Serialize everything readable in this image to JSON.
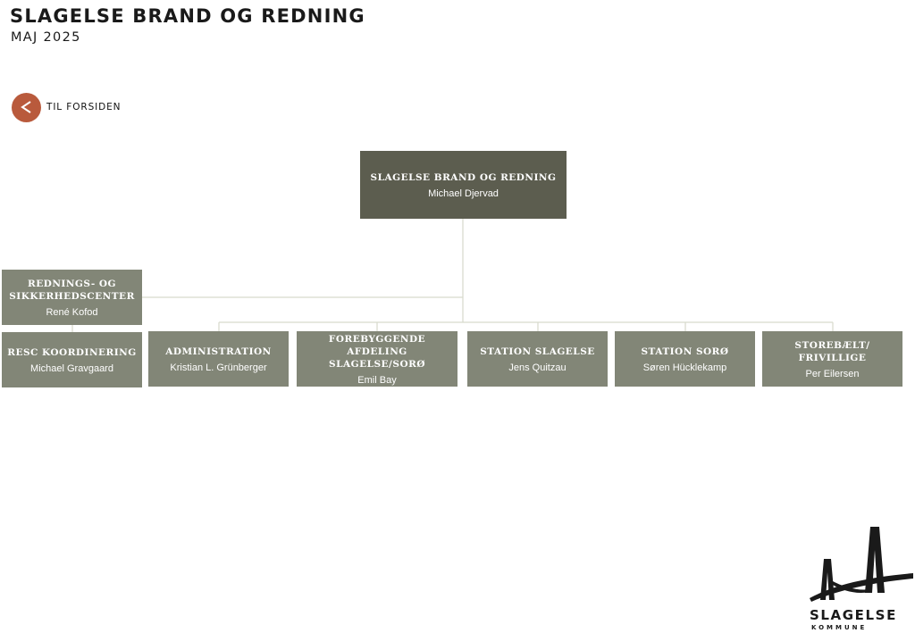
{
  "header": {
    "title": "SLAGELSE BRAND OG REDNING",
    "subtitle": "MAJ 2025"
  },
  "nav": {
    "back_label": "TIL FORSIDEN",
    "back_icon": "chevron-left-icon",
    "back_color": "#b95a3c"
  },
  "org": {
    "root": {
      "name": "SLAGELSE BRAND OG REDNING",
      "person": "Michael Djervad"
    },
    "rescue_center": {
      "name": "REDNINGS- OG SIKKERHEDSCENTER",
      "person": "René Kofod"
    },
    "resc_coordination": {
      "name": "RESC KOORDINERING",
      "person": "Michael Gravgaard"
    },
    "departments": [
      {
        "name": "ADMINISTRATION",
        "person": "Kristian L. Grünberger"
      },
      {
        "name": "FOREBYGGENDE AFDELING SLAGELSE/SORØ",
        "person": "Emil Bay"
      },
      {
        "name": "STATION SLAGELSE",
        "person": "Jens Quitzau"
      },
      {
        "name": "STATION SORØ",
        "person": "Søren Hücklekamp"
      },
      {
        "name": "STOREBÆLT/ FRIVILLIGE",
        "person": "Per Eilersen"
      }
    ]
  },
  "colors": {
    "root_box": "#5c5d4f",
    "unit_box": "#828677",
    "connector": "#d7d9cc"
  },
  "logo": {
    "name": "SLAGELSE",
    "sub": "KOMMUNE"
  }
}
